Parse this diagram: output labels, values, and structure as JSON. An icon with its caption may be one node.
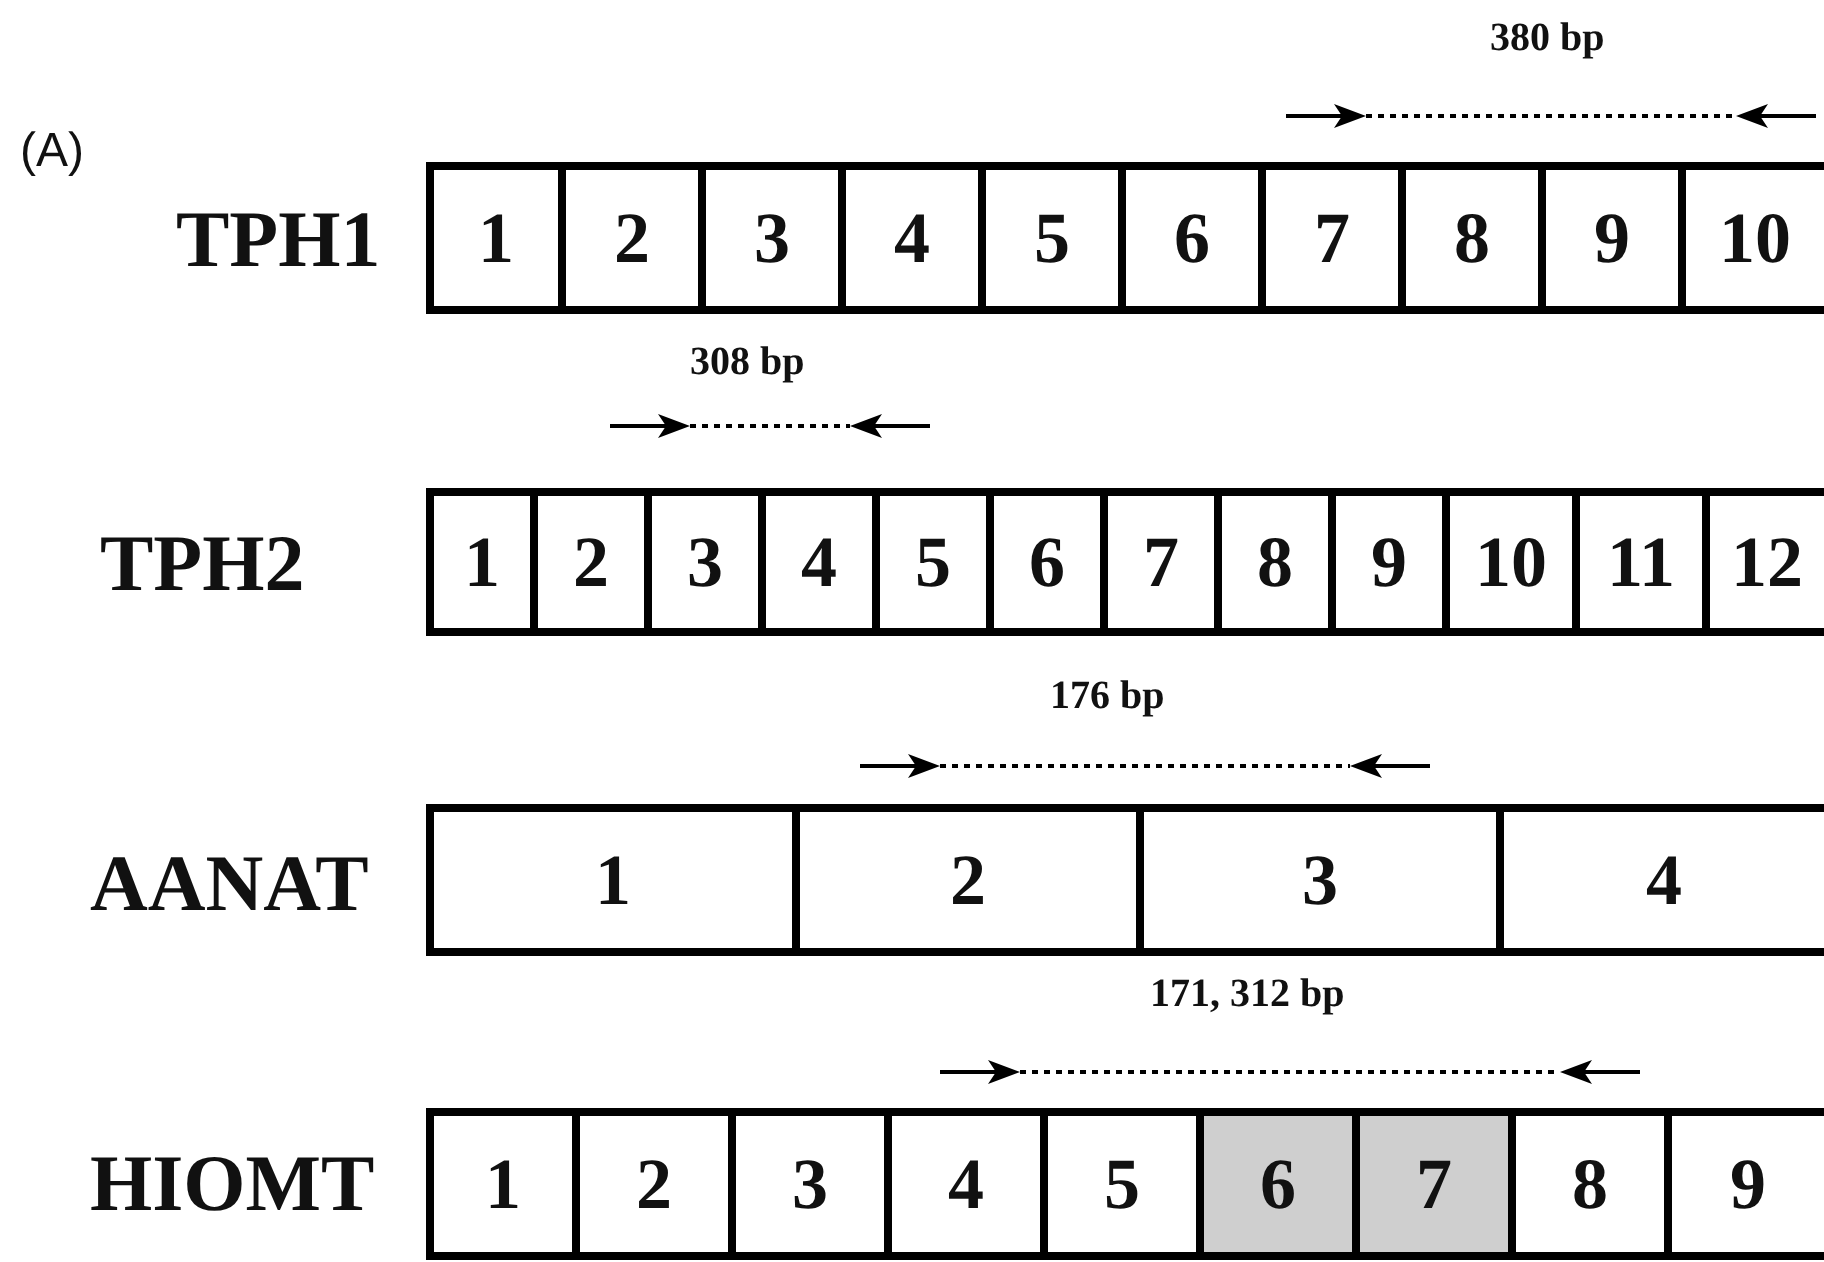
{
  "diagram": {
    "nodes": [
      {
        "text": [
          "1"
        ]
      },
      {
        "text": [
          "2"
        ]
      },
      {
        "text": [
          "3"
        ]
      },
      {
        "text": [
          "4"
        ]
      },
      {
        "text": [
          "5"
        ]
      },
      {
        "text": [
          "6"
        ]
      },
      {
        "text": [
          "7"
        ]
      },
      {
        "text": [
          "8"
        ]
      },
      {
        "text": [
          "9"
        ]
      },
      {
        "text": [
          "10"
        ]
      },
      {
        "text": [
          "1"
        ]
      },
      {
        "text": [
          "2"
        ]
      },
      {
        "text": [
          "3"
        ]
      },
      {
        "text": [
          "4"
        ]
      },
      {
        "text": [
          "5"
        ]
      },
      {
        "text": [
          "6"
        ]
      },
      {
        "text": [
          "7"
        ]
      },
      {
        "text": [
          "8"
        ]
      },
      {
        "text": [
          "9"
        ]
      },
      {
        "text": [
          "10"
        ]
      },
      {
        "text": [
          "11"
        ]
      },
      {
        "text": [
          "12"
        ]
      },
      {
        "text": [
          "1"
        ]
      },
      {
        "text": [
          "2"
        ]
      },
      {
        "text": [
          "3"
        ]
      },
      {
        "text": [
          "4"
        ]
      },
      {
        "text": [
          "1"
        ]
      },
      {
        "text": [
          "2"
        ]
      },
      {
        "text": [
          "3"
        ]
      },
      {
        "text": [
          "4"
        ]
      },
      {
        "text": [
          "5"
        ]
      },
      {
        "text": [
          "6"
        ]
      },
      {
        "text": [
          "7"
        ]
      },
      {
        "text": [
          "8"
        ]
      },
      {
        "text": [
          "9"
        ]
      }
    ],
    "labels": [
      "380 bp",
      "(A)",
      "TPH1",
      "308 bp",
      "TPH2",
      "176 bp",
      "AANAT",
      "171, 312 bp",
      "HIOMT"
    ]
  }
}
